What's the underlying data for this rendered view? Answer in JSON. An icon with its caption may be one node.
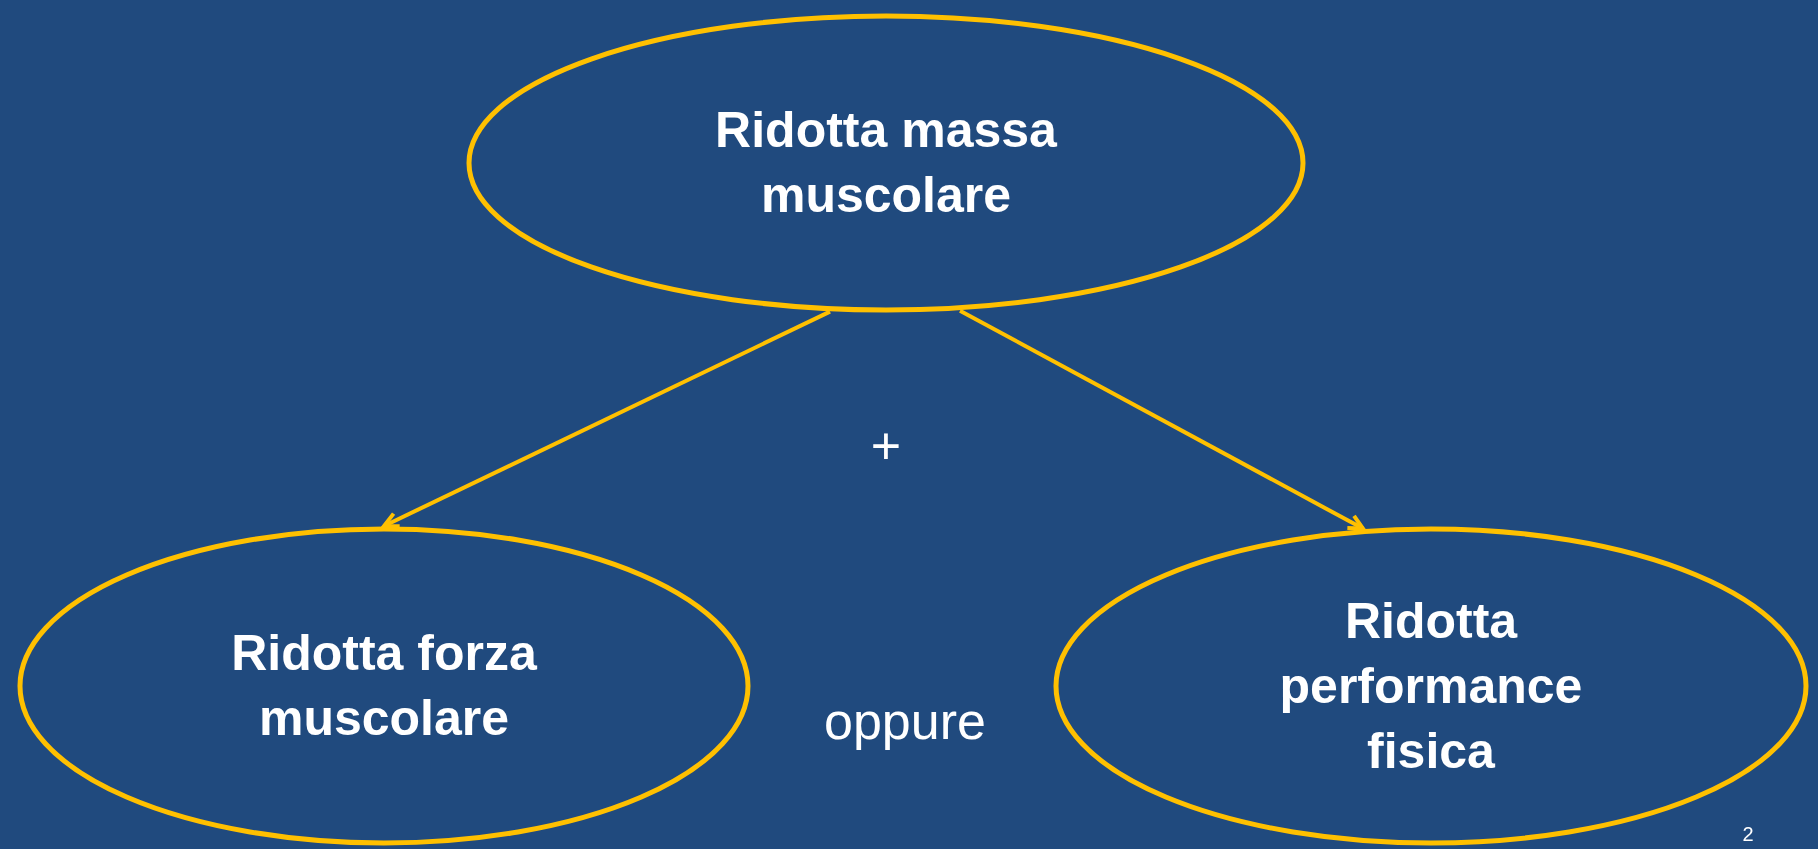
{
  "diagram": {
    "nodes": [
      {
        "text": [
          "Ridotta massa muscolare"
        ]
      },
      {
        "text": [
          "Ridotta forza muscolare"
        ]
      },
      {
        "text": [
          "Ridotta performance fisica"
        ]
      }
    ],
    "edges": [
      {
        "from": 0,
        "to": 1,
        "arrow": "to"
      },
      {
        "from": 0,
        "to": 2,
        "arrow": "to"
      }
    ],
    "labels": [
      "+",
      "oppure",
      "2"
    ]
  }
}
